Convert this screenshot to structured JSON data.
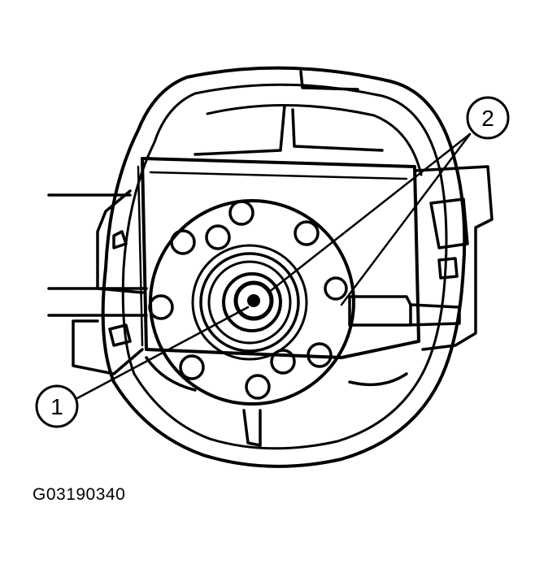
{
  "figure": {
    "id": "G03190340",
    "callouts": [
      {
        "number": "1"
      },
      {
        "number": "2"
      }
    ]
  },
  "colors": {
    "ink": "#000000",
    "paper": "#ffffff"
  }
}
